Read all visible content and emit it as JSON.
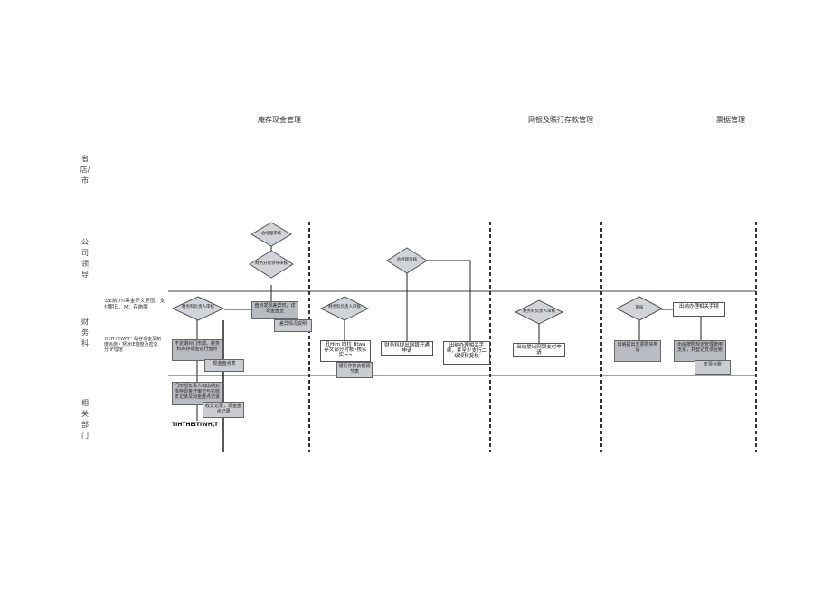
{
  "headers": {
    "cash": "庵存现金管理",
    "bank": "网银及賬行存款管理",
    "bill": "票据管理"
  },
  "lanes": {
    "store": "省店/市",
    "company": "公司领导",
    "finance": "财务科",
    "dept": "相关部门"
  },
  "finance_notes": {
    "left1": "公E前0¼筹金开文更值、支付期日、M：存施腺",
    "left2": "TIEHTftWHr⁻ 助存现金及制度派施・努冰IE施度及密总分.iF理馆"
  },
  "nodes": {
    "gm_approve1": "总经理审核",
    "fin_mgr_review": "财务分管领导审核",
    "fin_chief_review1": "财务科负责人审核",
    "cash_exec": "盘点发现差异时，详现金盘查",
    "cash_diff_report": "差异情况说明",
    "dept_note1": "不定期对门市部、财务科库存现金进行盘点",
    "cash_count_table": "现金盘点表",
    "dept_note2": "门市部负责人和出纳对库存现金开审记与实收支记录及现金盘点记录",
    "receipt_record": "收支记录，现金盘点记录",
    "dept_handwriting": "TIHTHEITIWH\\T",
    "fin_chief_review2": "财务科负责人审核",
    "bank_note1": "丑Him 向拉 Btwa 存文部分对账•核实实¬¬",
    "bank_balance": "银行存款余额调节表",
    "bank_open": "财务科提出网银开通申请",
    "gm_approve2": "总经理审核",
    "bank_handle": "出纳办理相关手续，并至少支行二级授权复核",
    "fin_chief_review3": "财务科负责人审核",
    "bank_pay": "出纳提出网银支付申请",
    "bill_audit": "审核",
    "bill_procure": "出纳办理相关手续",
    "bill_buy": "出纳提出支票购买申请",
    "bill_register": "出纳按照规定管理使用支票，并登记支票台账",
    "bill_ledger": "支票台账"
  }
}
